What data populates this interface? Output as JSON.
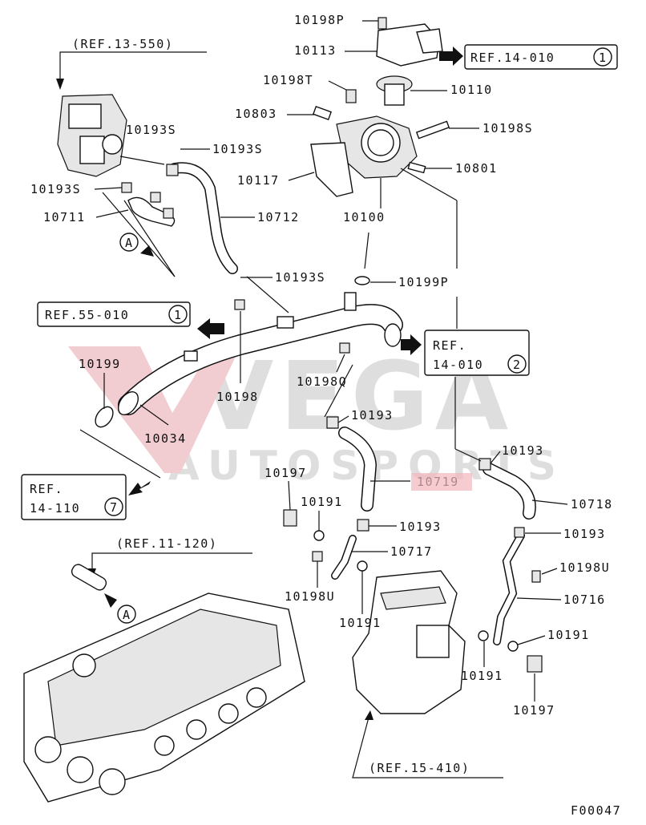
{
  "watermark": {
    "line1": "VEGA",
    "line2": "AUTOSPORTS",
    "color": "#c8c8c8",
    "accent": "#e2a0a8"
  },
  "highlight_color": "#f4b6be",
  "figure_code": "F00047",
  "refs": {
    "r13550": "(REF.13-550)",
    "r14010_1": "REF.14-010",
    "r14010_1_num": "1",
    "r55010": "REF.55-010",
    "r55010_num": "1",
    "r14010_2a": "REF.",
    "r14010_2b": "14-010",
    "r14010_2_num": "2",
    "r14110a": "REF.",
    "r14110b": "14-110",
    "r14110_num": "7",
    "r11120": "(REF.11-120)",
    "r15410": "(REF.15-410)",
    "markA_top": "A",
    "markA_bottom": "A"
  },
  "parts": {
    "p10198P": "10198P",
    "p10113": "10113",
    "p10198T": "10198T",
    "p10110": "10110",
    "p10803": "10803",
    "p10198S_r": "10198S",
    "p10193S_a": "10193S",
    "p10193S_b": "10193S",
    "p10801": "10801",
    "p10117": "10117",
    "p10193S_c": "10193S",
    "p10711": "10711",
    "p10712": "10712",
    "p10100": "10100",
    "p10193S_d": "10193S",
    "p10199P": "10199P",
    "p10199": "10199",
    "p10198": "10198",
    "p10198Q": "10198Q",
    "p10193_a": "10193",
    "p10034": "10034",
    "p10193_b": "10193",
    "p10197_a": "10197",
    "p10719": "10719",
    "p10191_a": "10191",
    "p10718": "10718",
    "p10193_c": "10193",
    "p10193_d": "10193",
    "p10717": "10717",
    "p10198U_r": "10198U",
    "p10198U_l": "10198U",
    "p10716": "10716",
    "p10191_b": "10191",
    "p10191_c": "10191",
    "p10191_d": "10191",
    "p10197_b": "10197"
  }
}
